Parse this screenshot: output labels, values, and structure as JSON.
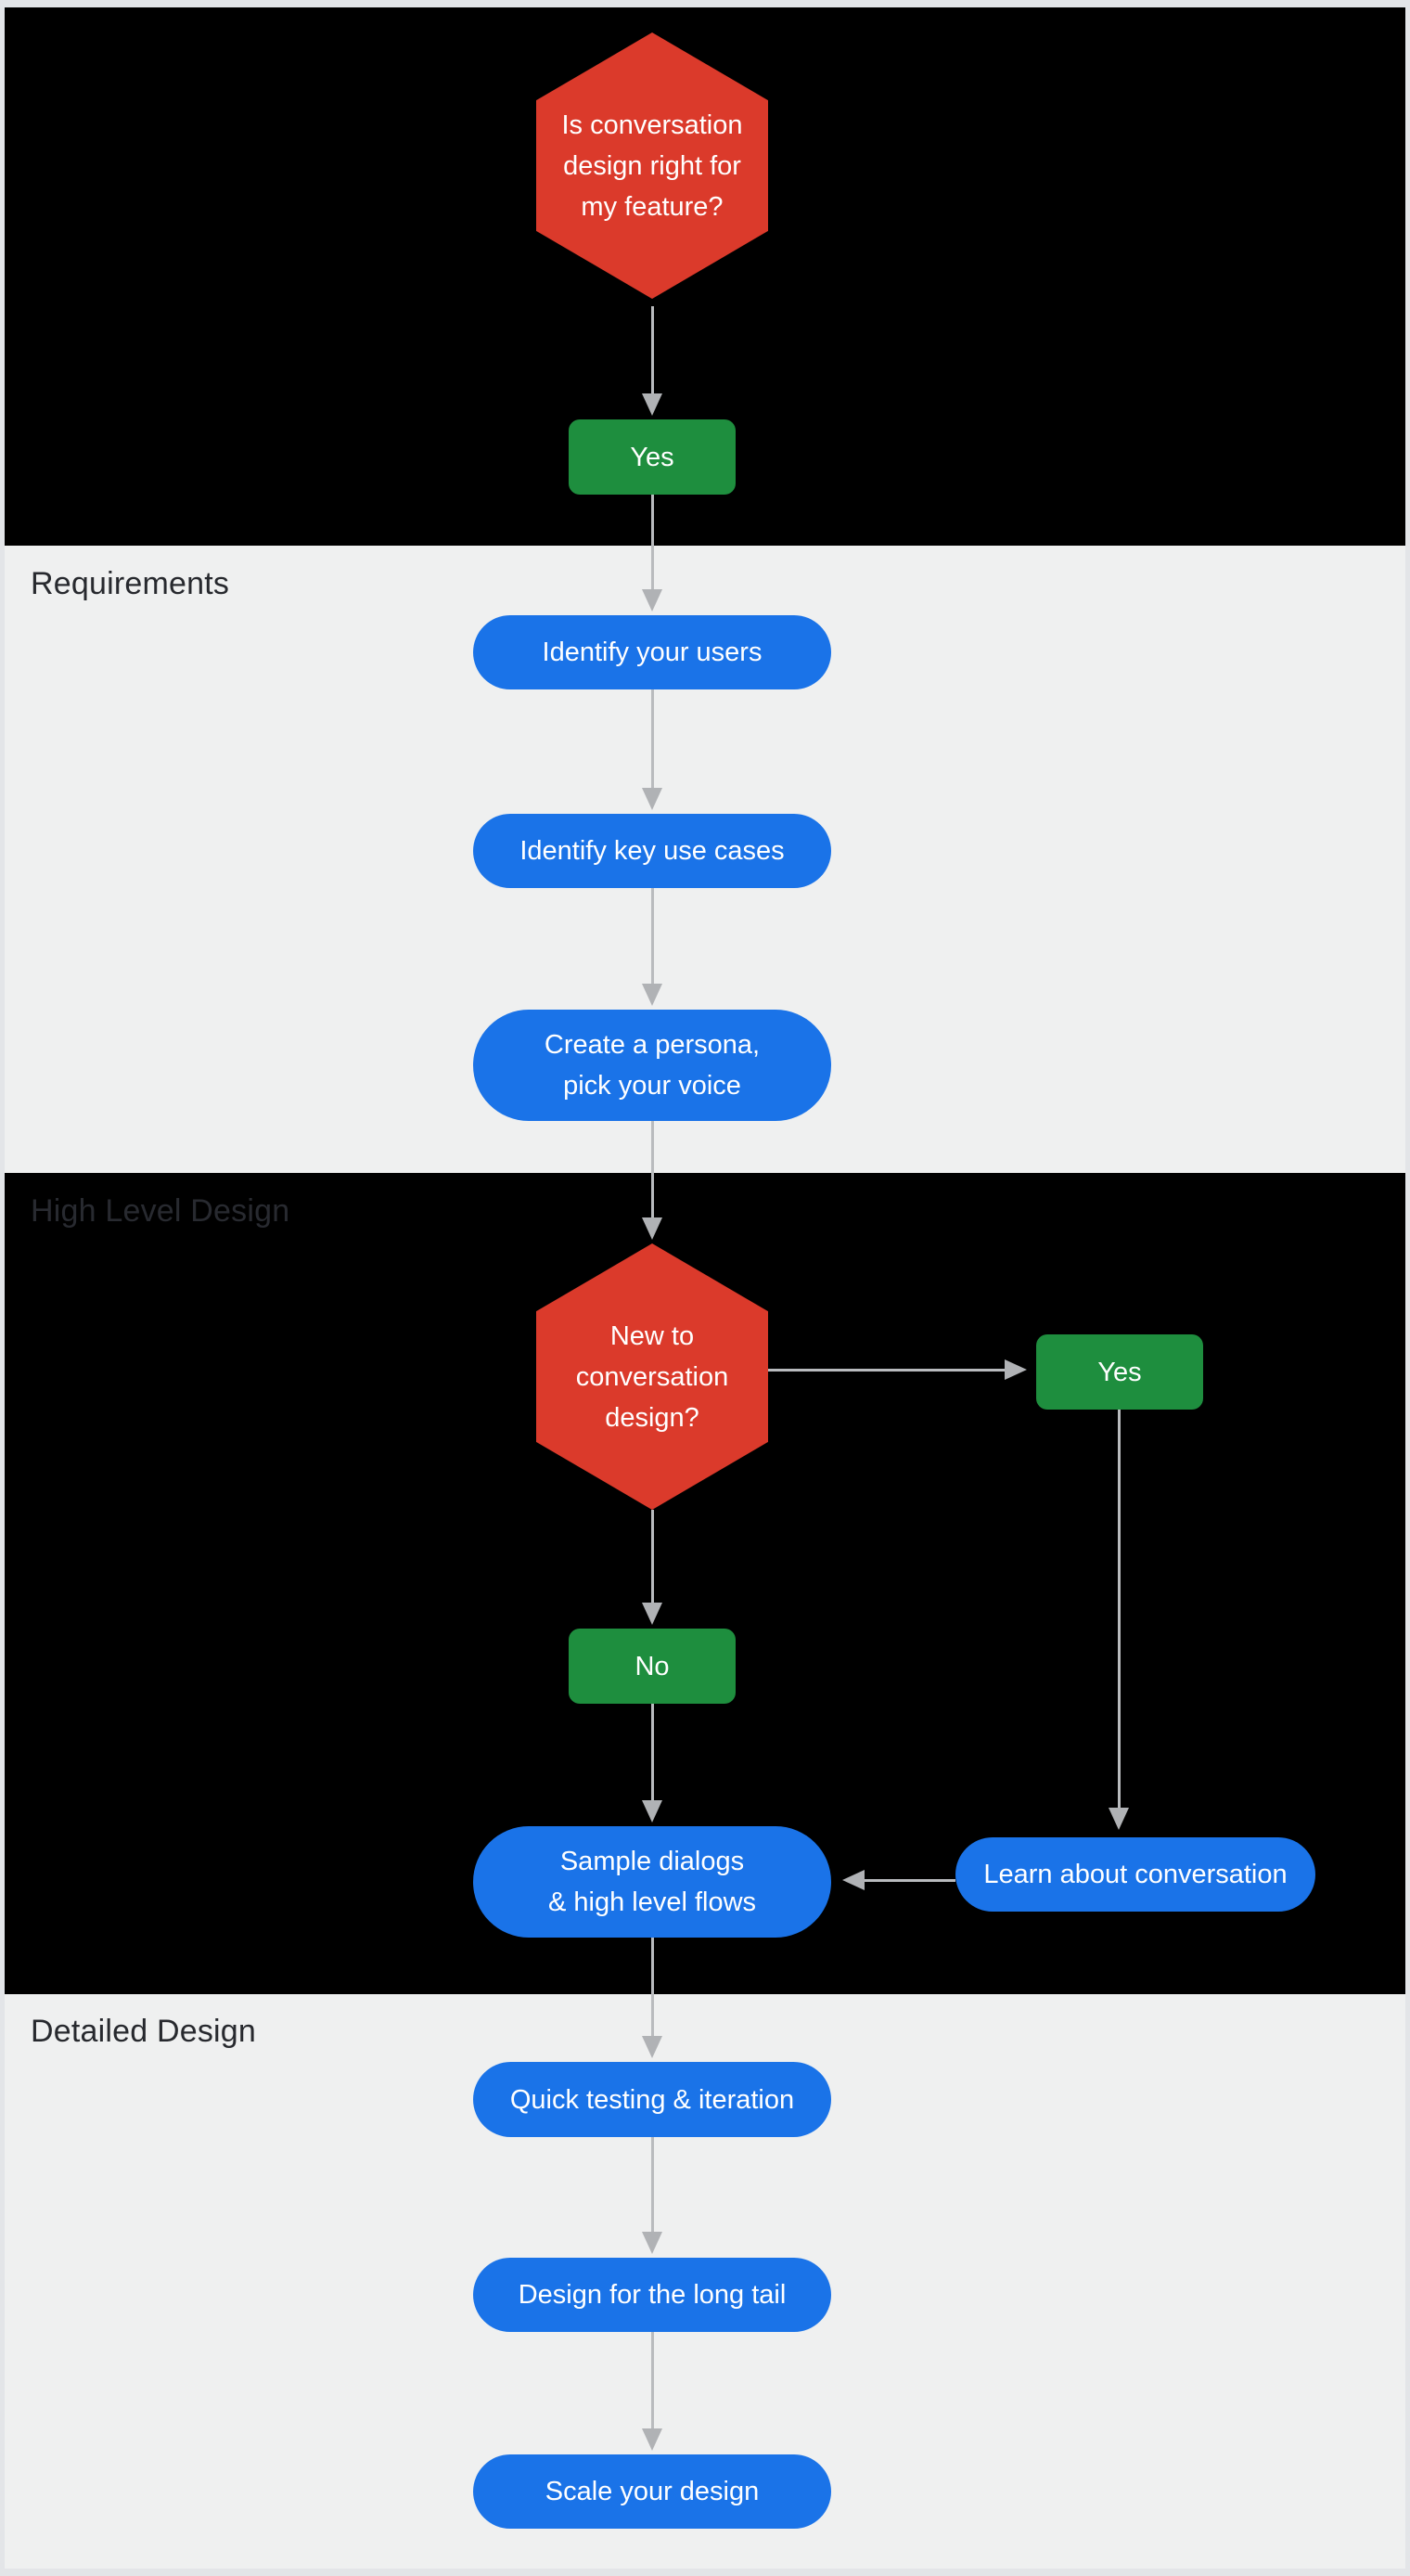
{
  "colors": {
    "decision_red": "#db3a2b",
    "answer_green": "#1e8e3e",
    "step_blue": "#1a73e8",
    "section_light_bg": "#eff0f0",
    "section_dark_bg": "#000000",
    "label_on_light": "#27292e",
    "label_on_dark": "#282a30",
    "arrow_gray": "#b0b2b5",
    "frame_border": "#e3e5e8",
    "node_text": "#ffffff"
  },
  "sections": {
    "start": {
      "label": ""
    },
    "requirements": {
      "label": "Requirements"
    },
    "high_level_design": {
      "label": "High Level Design"
    },
    "detailed_design": {
      "label": "Detailed Design"
    }
  },
  "nodes": {
    "q_feature": {
      "type": "decision",
      "lines": [
        "Is conversation",
        "design right for",
        "my feature?"
      ]
    },
    "yes_feature": {
      "type": "answer",
      "label": "Yes"
    },
    "identify_users": {
      "type": "step",
      "lines": [
        "Identify your users"
      ]
    },
    "identify_use_cases": {
      "type": "step",
      "lines": [
        "Identify key use cases"
      ]
    },
    "create_persona": {
      "type": "step",
      "lines": [
        "Create a persona,",
        "pick your voice"
      ]
    },
    "q_new_to_cd": {
      "type": "decision",
      "lines": [
        "New to",
        "conversation",
        "design?"
      ]
    },
    "yes_new": {
      "type": "answer",
      "label": "Yes"
    },
    "no_new": {
      "type": "answer",
      "label": "No"
    },
    "sample_dialogs": {
      "type": "step",
      "lines": [
        "Sample dialogs",
        "& high level flows"
      ]
    },
    "learn_conversation": {
      "type": "step",
      "lines": [
        "Learn about conversation"
      ]
    },
    "quick_testing": {
      "type": "step",
      "lines": [
        "Quick testing & iteration"
      ]
    },
    "long_tail": {
      "type": "step",
      "lines": [
        "Design for the long tail"
      ]
    },
    "scale_design": {
      "type": "step",
      "lines": [
        "Scale your design"
      ]
    }
  },
  "edges": [
    {
      "from": "q_feature",
      "to": "yes_feature",
      "direction": "down"
    },
    {
      "from": "yes_feature",
      "to": "identify_users",
      "direction": "down"
    },
    {
      "from": "identify_users",
      "to": "identify_use_cases",
      "direction": "down"
    },
    {
      "from": "identify_use_cases",
      "to": "create_persona",
      "direction": "down"
    },
    {
      "from": "create_persona",
      "to": "q_new_to_cd",
      "direction": "down"
    },
    {
      "from": "q_new_to_cd",
      "to": "yes_new",
      "direction": "right"
    },
    {
      "from": "q_new_to_cd",
      "to": "no_new",
      "direction": "down"
    },
    {
      "from": "yes_new",
      "to": "learn_conversation",
      "direction": "down"
    },
    {
      "from": "no_new",
      "to": "sample_dialogs",
      "direction": "down"
    },
    {
      "from": "learn_conversation",
      "to": "sample_dialogs",
      "direction": "left"
    },
    {
      "from": "sample_dialogs",
      "to": "quick_testing",
      "direction": "down"
    },
    {
      "from": "quick_testing",
      "to": "long_tail",
      "direction": "down"
    },
    {
      "from": "long_tail",
      "to": "scale_design",
      "direction": "down"
    }
  ]
}
